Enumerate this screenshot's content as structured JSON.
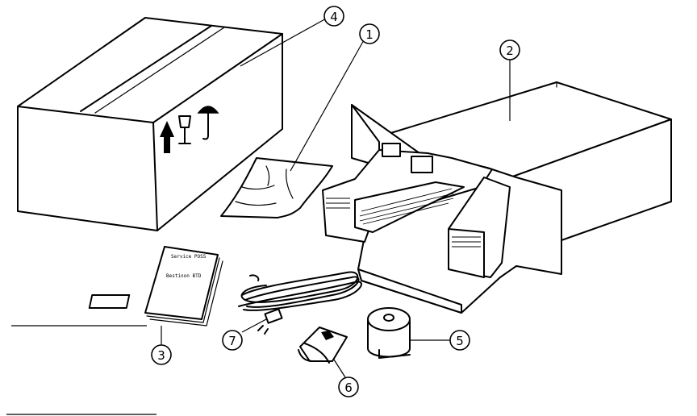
{
  "callouts": [
    {
      "id": "1",
      "label": "1",
      "part": "bag"
    },
    {
      "id": "2",
      "label": "2",
      "part": "unit"
    },
    {
      "id": "3",
      "label": "3",
      "part": "manual"
    },
    {
      "id": "4",
      "label": "4",
      "part": "carton"
    },
    {
      "id": "5",
      "label": "5",
      "part": "paper-roll"
    },
    {
      "id": "6",
      "label": "6",
      "part": "ink-ribbon"
    },
    {
      "id": "7",
      "label": "7",
      "part": "power-cord"
    }
  ],
  "manual": {
    "line1": "Service POSS",
    "line2": "Bestinon BTD"
  }
}
